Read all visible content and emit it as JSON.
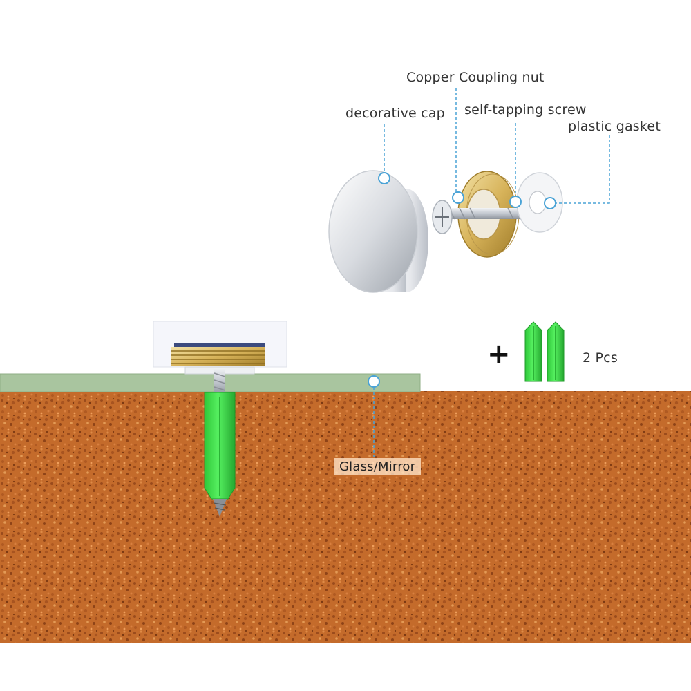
{
  "labels": {
    "decorative_cap": "decorative cap",
    "coupling_nut": "Copper Coupling nut",
    "self_tapping_screw": "self-tapping screw",
    "plastic_gasket": "plastic gasket",
    "glass_mirror": "Glass/Mirror",
    "plus": "+",
    "quantity": "2 Pcs"
  },
  "colors": {
    "soil": "#c26a2c",
    "glass": "#a7c49c",
    "anchor": "#3fe04a",
    "brass": "#d9b55a",
    "leader_line": "#4aa3d6",
    "background": "#ffffff"
  }
}
